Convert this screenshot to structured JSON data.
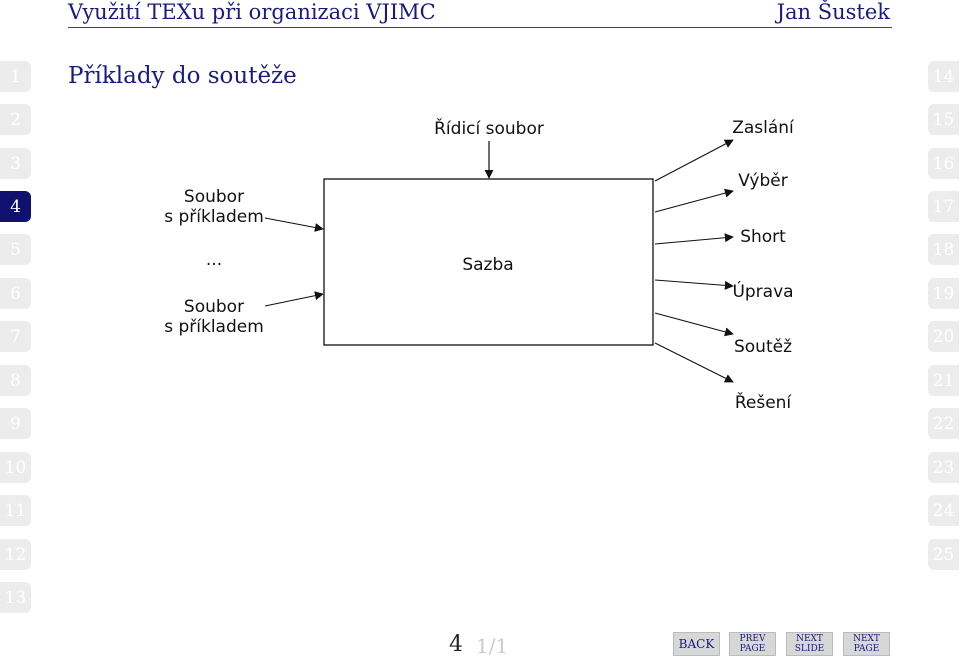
{
  "header": {
    "title": "Využití TEXu při organizaci VJIMC",
    "author": "Jan Šustek"
  },
  "slide": {
    "title": "Příklady do soutěže"
  },
  "sidebar": {
    "left": [
      "1",
      "2",
      "3",
      "4",
      "5",
      "6",
      "7",
      "8",
      "9",
      "10",
      "11",
      "12",
      "13"
    ],
    "right": [
      "14",
      "15",
      "16",
      "17",
      "18",
      "19",
      "20",
      "21",
      "22",
      "23",
      "24",
      "25"
    ],
    "active": "4"
  },
  "diagram": {
    "control_file": "Řídicí soubor",
    "process": "Sazba",
    "inputs": [
      "Soubor",
      "s příkladem",
      "...",
      "Soubor",
      "s příkladem"
    ],
    "outputs": [
      "Zaslání",
      "Výběr",
      "Short",
      "Úprava",
      "Soutěž",
      "Řešení"
    ]
  },
  "footer": {
    "page": "4",
    "subpage": "1/1",
    "buttons": {
      "back": "BACK",
      "prev_page_1": "PREV",
      "prev_page_2": "PAGE",
      "next_slide_1": "NEXT",
      "next_slide_2": "SLIDE",
      "next_page_1": "NEXT",
      "next_page_2": "PAGE"
    }
  }
}
